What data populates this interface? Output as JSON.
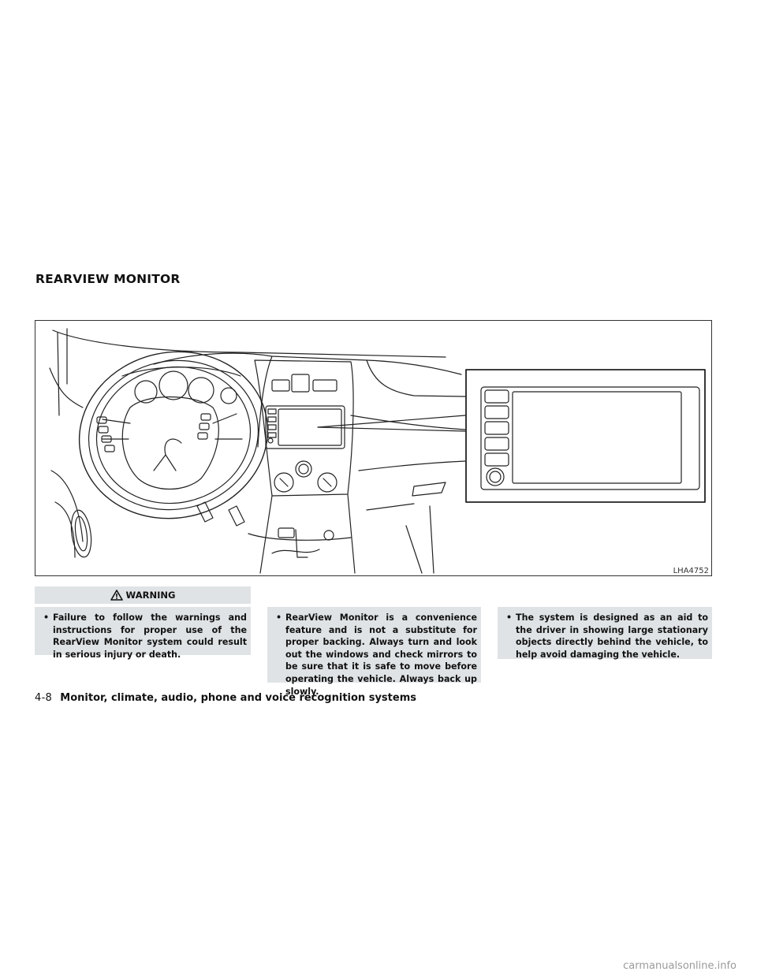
{
  "section_title": "REARVIEW MONITOR",
  "figure": {
    "code": "LHA4752"
  },
  "warning": {
    "header": "WARNING",
    "icon": "warning-triangle-icon",
    "items": [
      {
        "bullet": "•",
        "text": "Failure to follow the warnings and instructions for proper use of the RearView Monitor system could result in serious injury or death."
      },
      {
        "bullet": "•",
        "text": "RearView Monitor is a convenience feature and is not a substitute for proper backing. Always turn and look out the windows and check mirrors to be sure that it is safe to move before operating the vehicle. Always back up slowly."
      },
      {
        "bullet": "•",
        "text": "The system is designed as an aid to the driver in showing large stationary objects directly behind the vehicle, to help avoid damaging the vehicle."
      }
    ]
  },
  "footer": {
    "page_number": "4-8",
    "chapter": "Monitor, climate, audio, phone and voice recognition systems"
  },
  "watermark": "carmanualsonline.info"
}
